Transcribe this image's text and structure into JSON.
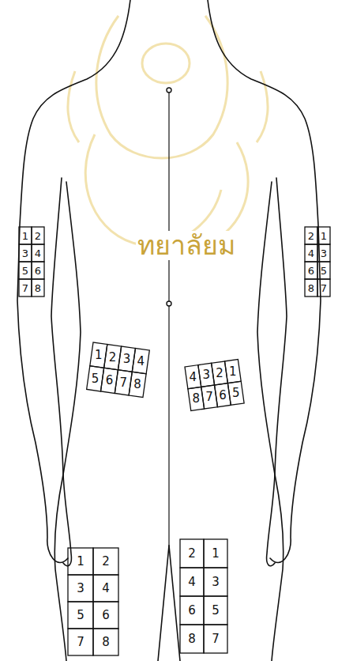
{
  "diagram": {
    "labels": [
      "ทยาลัยม",
      "1",
      "2",
      "3",
      "4",
      "5",
      "6",
      "7",
      "8",
      "2",
      "1",
      "4",
      "3",
      "6",
      "5",
      "8",
      "7",
      "1",
      "2",
      "3",
      "4",
      "5",
      "6",
      "7",
      "8",
      "4",
      "3",
      "2",
      "1",
      "8",
      "7",
      "6",
      "5",
      "1",
      "2",
      "3",
      "4",
      "5",
      "6",
      "7",
      "8",
      "2",
      "1",
      "4",
      "3",
      "6",
      "5",
      "8",
      "7"
    ]
  }
}
